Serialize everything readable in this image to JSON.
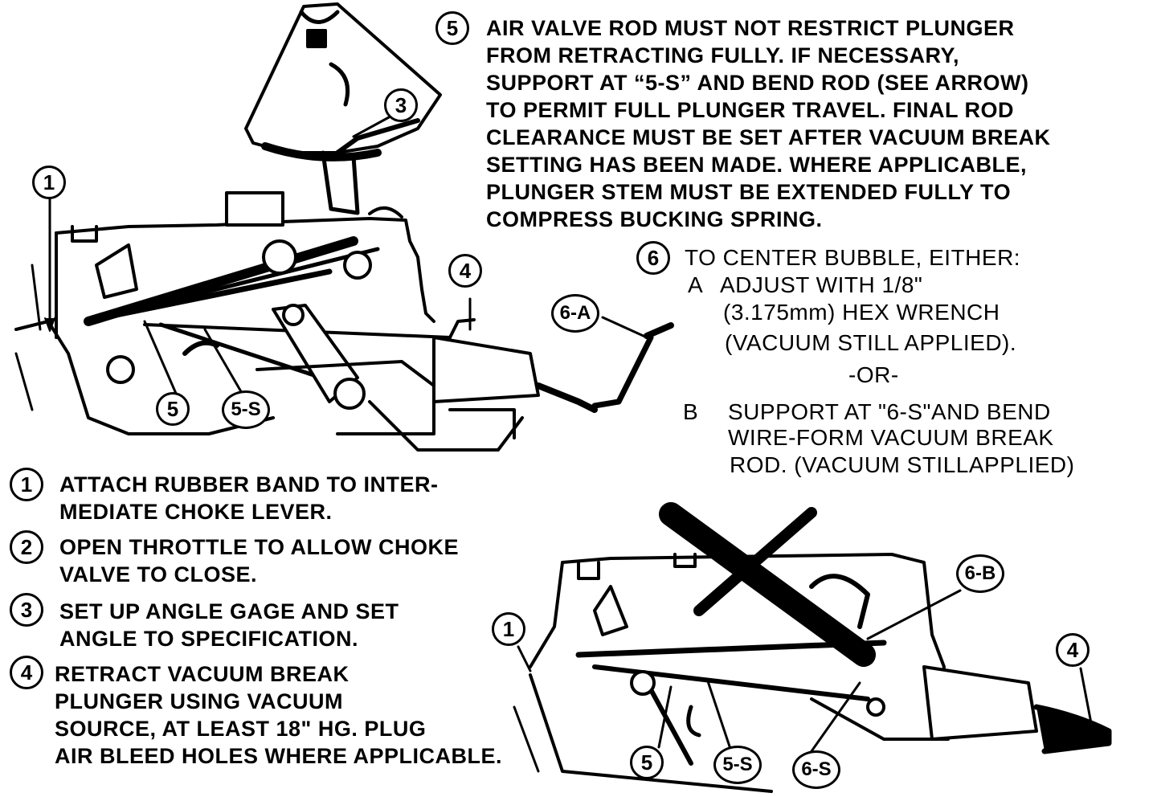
{
  "callouts": {
    "top": {
      "c1": "1",
      "c3": "3",
      "c4": "4",
      "c5": "5",
      "c5s": "5-S",
      "c6a": "6-A"
    },
    "bottom": {
      "c1": "1",
      "c4": "4",
      "c5": "5",
      "c5s": "5-S",
      "c6s": "6-S",
      "c6b": "6-B"
    }
  },
  "step5": {
    "num": "5",
    "lines": [
      "AIR VALVE ROD MUST NOT RESTRICT PLUNGER",
      "FROM RETRACTING FULLY. IF NECESSARY,",
      "SUPPORT AT “5-S” AND BEND ROD (SEE ARROW)",
      "TO PERMIT FULL PLUNGER TRAVEL. FINAL ROD",
      "CLEARANCE MUST BE SET AFTER VACUUM BREAK",
      "SETTING HAS BEEN MADE. WHERE APPLICABLE,",
      "PLUNGER STEM MUST BE EXTENDED FULLY TO",
      "COMPRESS BUCKING SPRING."
    ]
  },
  "step6": {
    "num": "6",
    "heading": "TO CENTER BUBBLE, EITHER:",
    "a_letter": "A",
    "a_lines": [
      "ADJUST WITH 1/8\"",
      "(3.175mm) HEX WRENCH",
      "(VACUUM STILL APPLIED)."
    ],
    "or": "-OR-",
    "b_letter": "B",
    "b_lines": [
      "SUPPORT AT \"6-S\"AND BEND",
      "WIRE-FORM VACUUM BREAK",
      "ROD. (VACUUM STILLAPPLIED)"
    ]
  },
  "steps_left": [
    {
      "num": "1",
      "lines": [
        "ATTACH RUBBER BAND TO INTER-",
        "MEDIATE CHOKE LEVER."
      ]
    },
    {
      "num": "2",
      "lines": [
        "OPEN THROTTLE TO ALLOW CHOKE",
        "VALVE TO CLOSE."
      ]
    },
    {
      "num": "3",
      "lines": [
        "SET UP ANGLE GAGE AND SET",
        "ANGLE TO SPECIFICATION."
      ]
    },
    {
      "num": "4",
      "lines": [
        "RETRACT VACUUM BREAK",
        "PLUNGER USING VACUUM",
        "SOURCE, AT LEAST 18\" HG. PLUG",
        "AIR BLEED HOLES WHERE APPLICABLE."
      ]
    }
  ]
}
